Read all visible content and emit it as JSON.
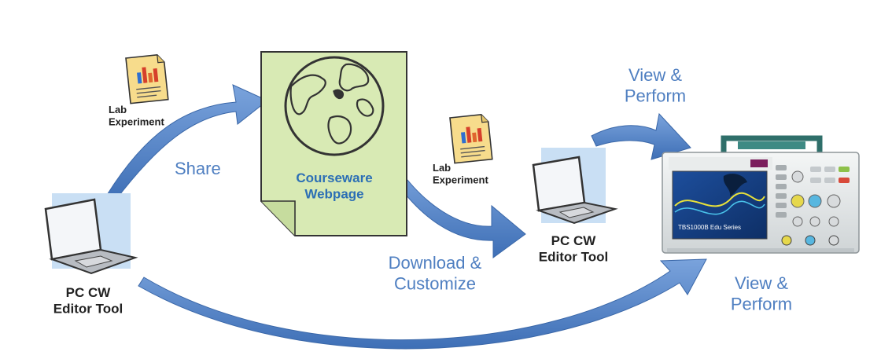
{
  "labels": {
    "lab_experiment_1": "Lab\nExperiment",
    "share": "Share",
    "courseware_webpage": "Courseware\nWebpage",
    "lab_experiment_2": "Lab\nExperiment",
    "download_customize": "Download &\nCustomize",
    "pc_cw_editor_left": "PC CW\nEditor Tool",
    "pc_cw_editor_middle": "PC CW\nEditor Tool",
    "view_perform_top": "View &\nPerform",
    "view_perform_bottom": "View &\nPerform"
  },
  "oscilloscope": {
    "screen_text": "TBS1000B Edu Series"
  },
  "colors": {
    "arrow": "#4f7fc1",
    "label_blue": "#4f7fc1",
    "web_text": "#2c6fb5",
    "document_fill": "#d8eab4"
  }
}
